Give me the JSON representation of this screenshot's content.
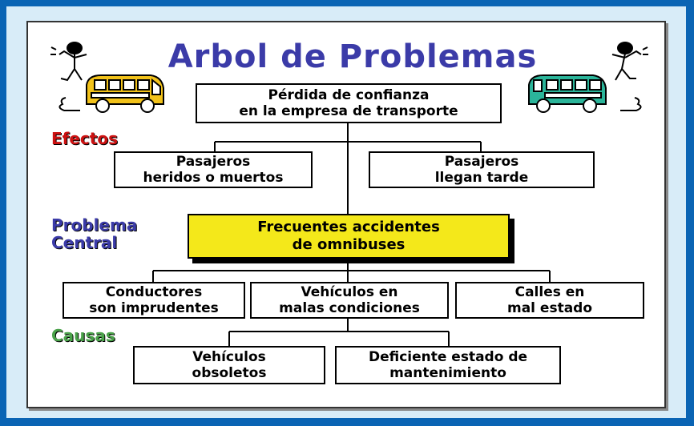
{
  "title": "Arbol de Problemas",
  "labels": {
    "effects": "Efectos",
    "central_1": "Problema",
    "central_2": "Central",
    "causes": "Causas"
  },
  "nodes": {
    "top_effect": [
      "Pérdida de confianza",
      "en la empresa de transporte"
    ],
    "effect_1": [
      "Pasajeros",
      "heridos o muertos"
    ],
    "effect_2": [
      "Pasajeros",
      "llegan tarde"
    ],
    "central": [
      "Frecuentes accidentes",
      "de omnibuses"
    ],
    "cause_1": [
      "Conductores",
      "son imprudentes"
    ],
    "cause_2": [
      "Vehículos en",
      "malas condiciones"
    ],
    "cause_3": [
      "Calles en",
      "mal estado"
    ],
    "subcause_1": [
      "Vehículos",
      "obsoletos"
    ],
    "subcause_2": [
      "Deficiente estado de",
      "mantenimiento"
    ]
  },
  "colors": {
    "frame": "#0a64b4",
    "background": "#d8ecf8",
    "title": "#3b3ba8",
    "central_fill": "#f4e81a",
    "effects_label": "#cc1111",
    "central_label": "#3b3ba8",
    "causes_label": "#4aa24a",
    "bus_left": "#f2c21a",
    "bus_right": "#2bb59a"
  }
}
